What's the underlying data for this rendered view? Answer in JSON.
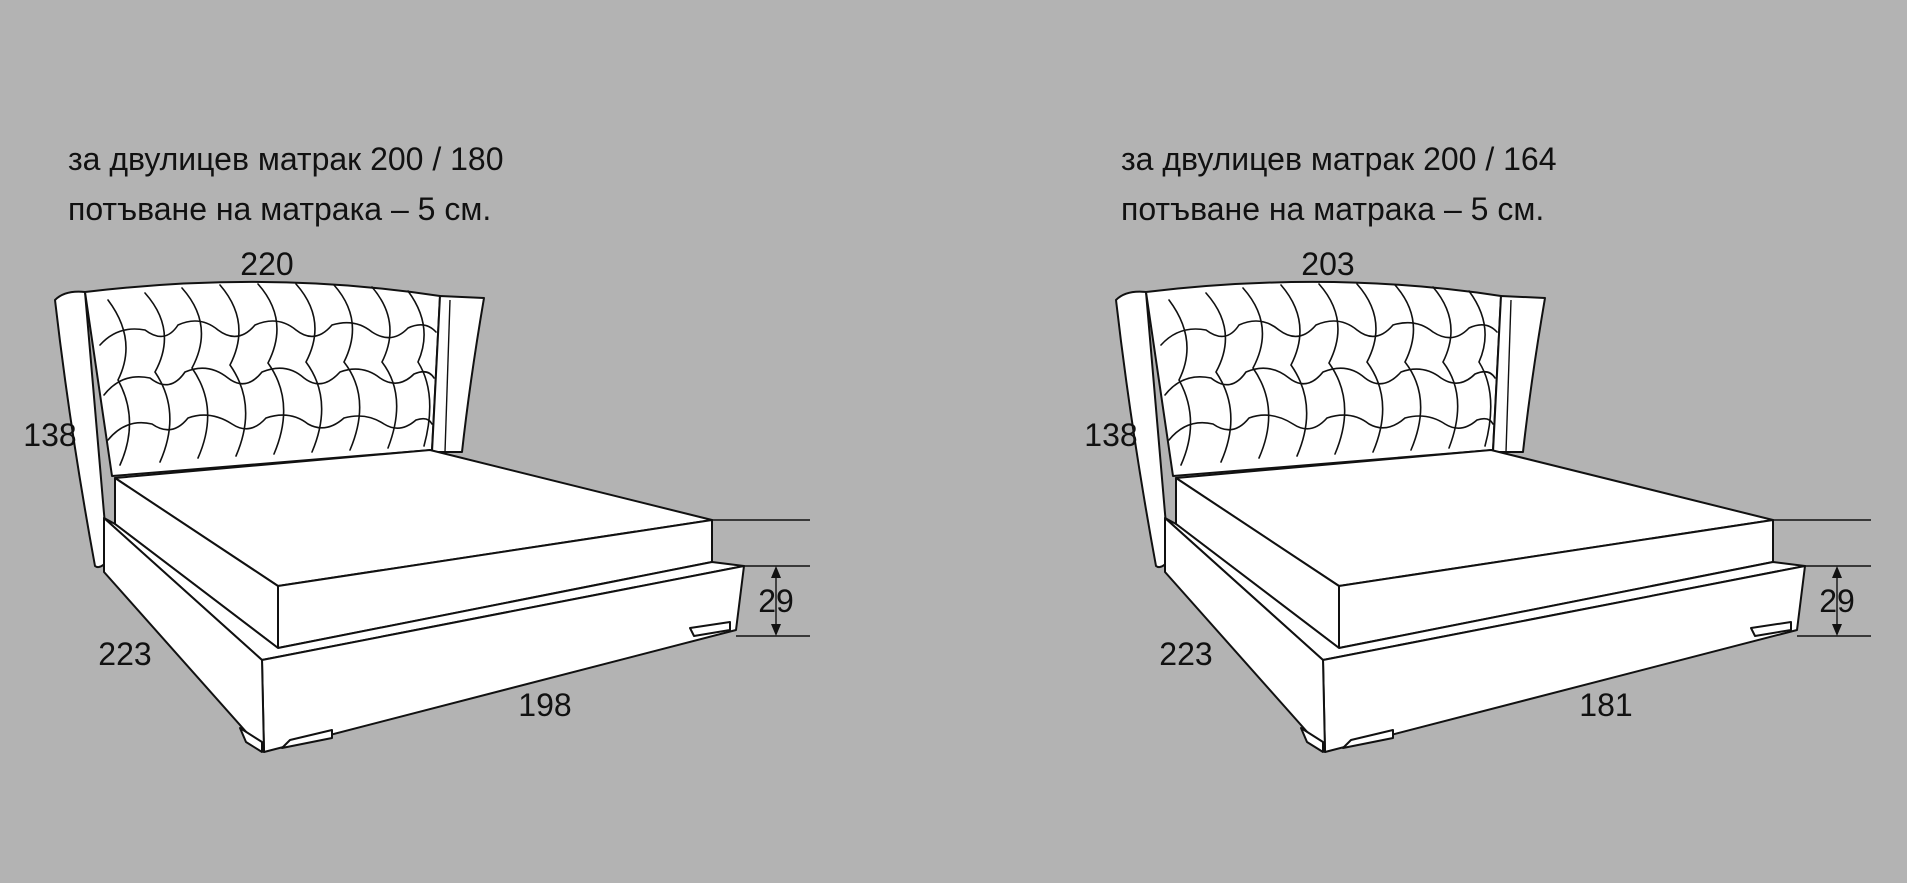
{
  "diagrams": [
    {
      "caption_line1": "за двулицев матрак 200 / 180",
      "caption_line2": "потъване на матрака – 5 см.",
      "width": "220",
      "height": "138",
      "length": "223",
      "frame_width": "198",
      "mattress_height": "29"
    },
    {
      "caption_line1": "за двулицев матрак 200 / 164",
      "caption_line2": "потъване на матрака – 5 см.",
      "width": "203",
      "height": "138",
      "length": "223",
      "frame_width": "181",
      "mattress_height": "29"
    }
  ]
}
